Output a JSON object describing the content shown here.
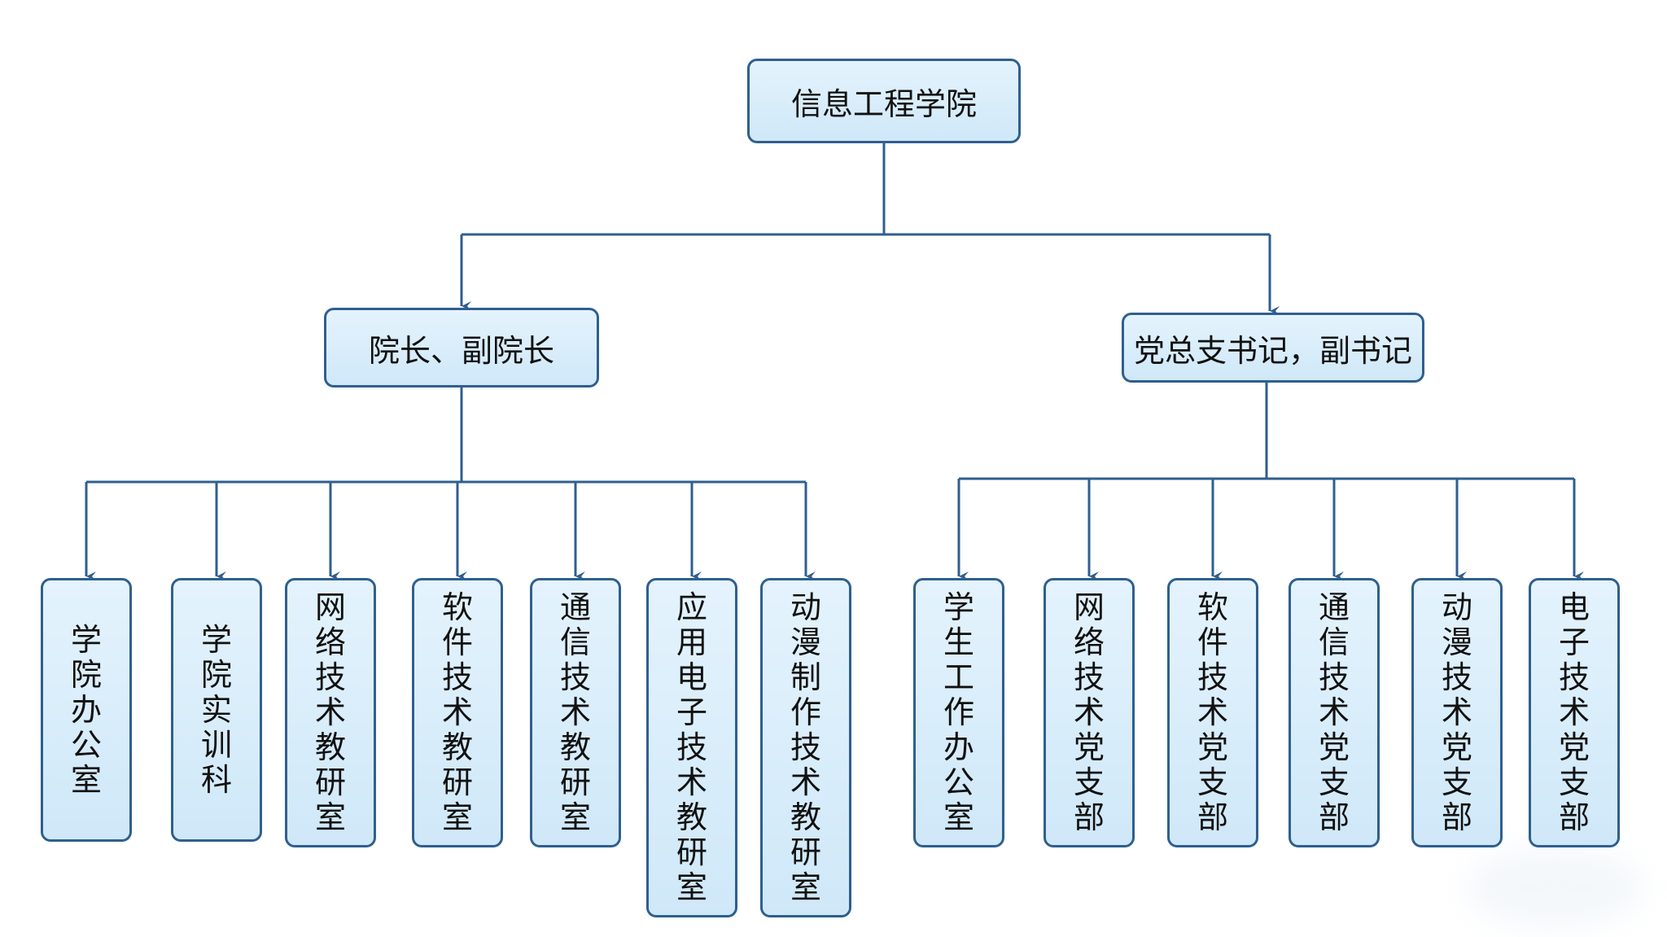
{
  "root": {
    "label": "信息工程学院"
  },
  "admin_branch": {
    "label": "院长、副院长",
    "children": [
      "学院办公室",
      "学院实训科",
      "网络技术教研室",
      "软件技术教研室",
      "通信技术教研室",
      "应用电子技术教研室",
      "动漫制作技术教研室"
    ]
  },
  "party_branch": {
    "label": "党总支书记，副书记",
    "children": [
      "学生工作办公室",
      "网络技术党支部",
      "软件技术党支部",
      "通信技术党支部",
      "动漫技术党支部",
      "电子技术党支部"
    ]
  },
  "colors": {
    "line": "#2f5f8f",
    "node_fill": "#d9eefb",
    "node_border": "#2f5f8f"
  }
}
